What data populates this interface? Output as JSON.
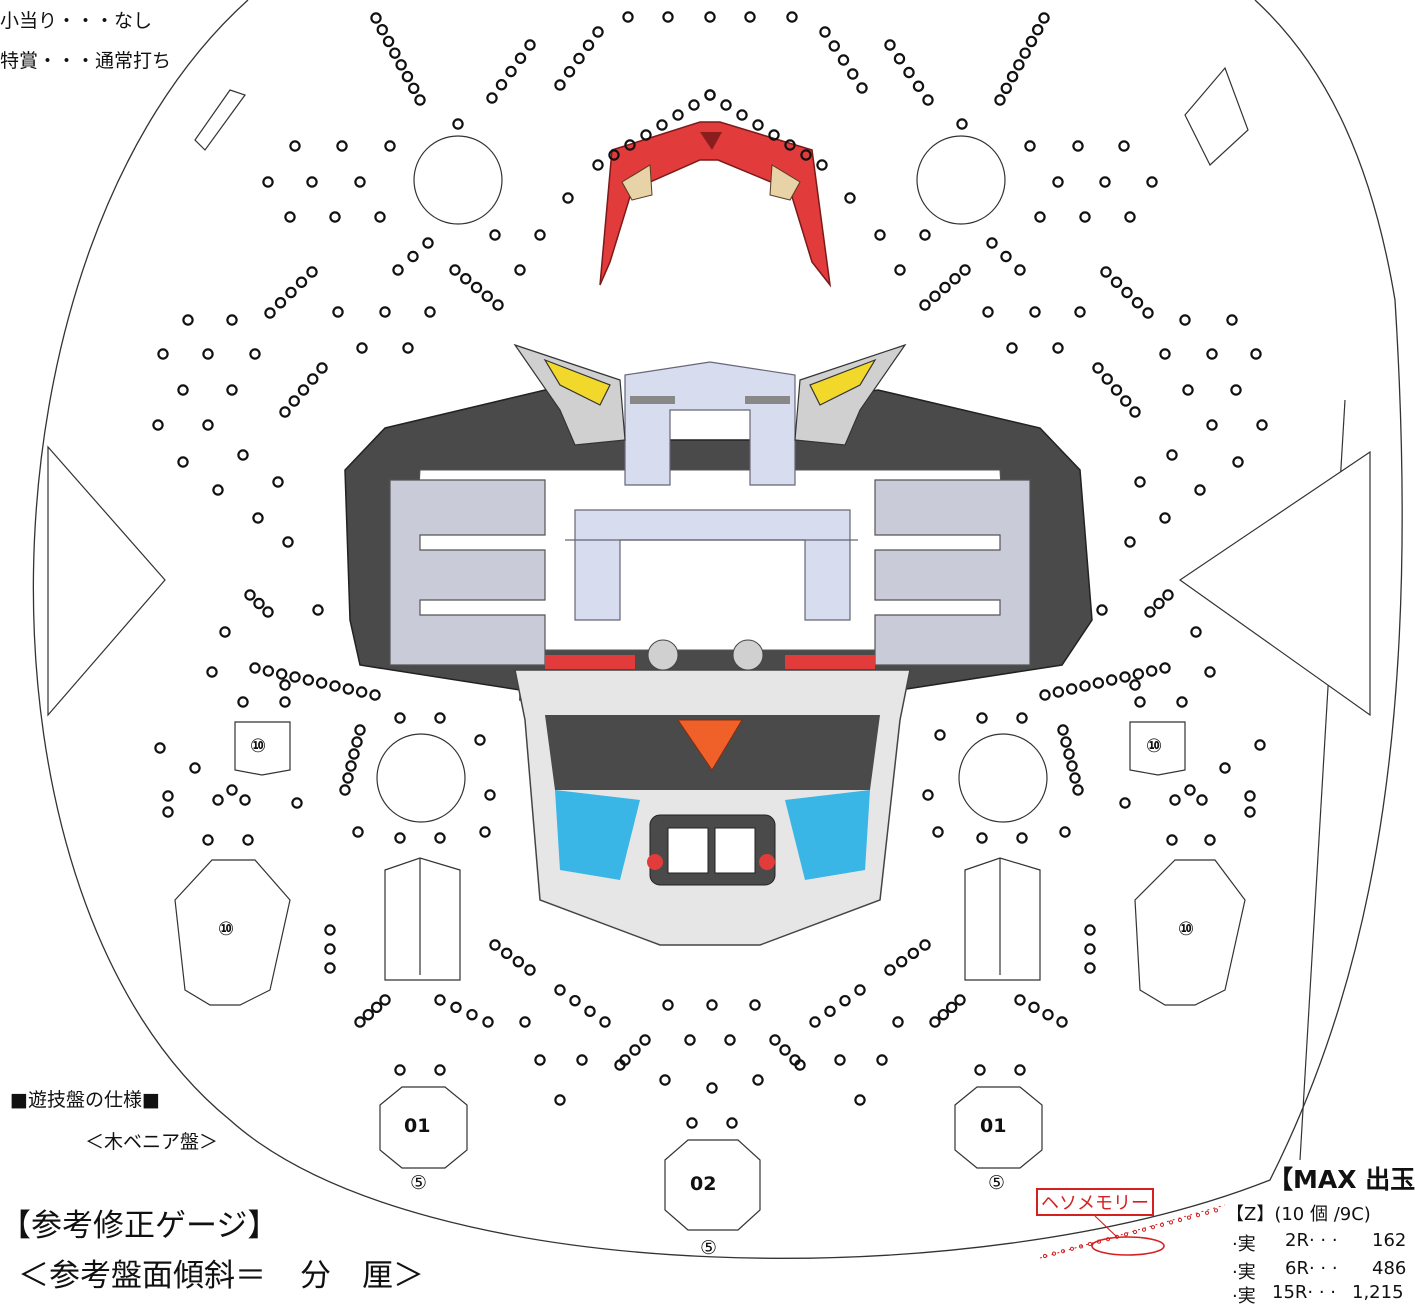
{
  "header_notes": {
    "line1": "小当り・・・なし",
    "line2": "特賞・・・通常打ち"
  },
  "board_spec": {
    "title": "■遊技盤の仕様■",
    "material": "＜木ベニア盤＞"
  },
  "reference_gauge": {
    "title": "【参考修正ゲージ】",
    "tilt_label": "＜参考盤面傾斜＝",
    "unit_bu": "分",
    "unit_rin": "厘＞"
  },
  "pockets": {
    "side_upper": "⑩",
    "side_lower": "⑩",
    "start_left": "01",
    "start_center": "02",
    "start_right": "01",
    "payout": "⑤"
  },
  "heso_memory": {
    "label": "ヘソメモリー"
  },
  "max_payout": {
    "title": "【MAX 出玉",
    "spec": "【Z】(10 個 /9C)",
    "rows": [
      {
        "prefix": "·実",
        "round": "2R· · ·",
        "value": "162"
      },
      {
        "prefix": "·実",
        "round": "6R· · ·",
        "value": "486"
      },
      {
        "prefix": "·実",
        "round": "15R· · ·",
        "value": "1,215"
      }
    ]
  },
  "colors": {
    "frame_dark": "#4a4a4a",
    "guard_red": "#e23b3b",
    "screen_lavender": "#d7dcef",
    "pin_cyan": "#39b5e6",
    "hazard_yellow": "#f2d82a",
    "accent_orange": "#f0612a",
    "heso_red": "#d62020"
  }
}
